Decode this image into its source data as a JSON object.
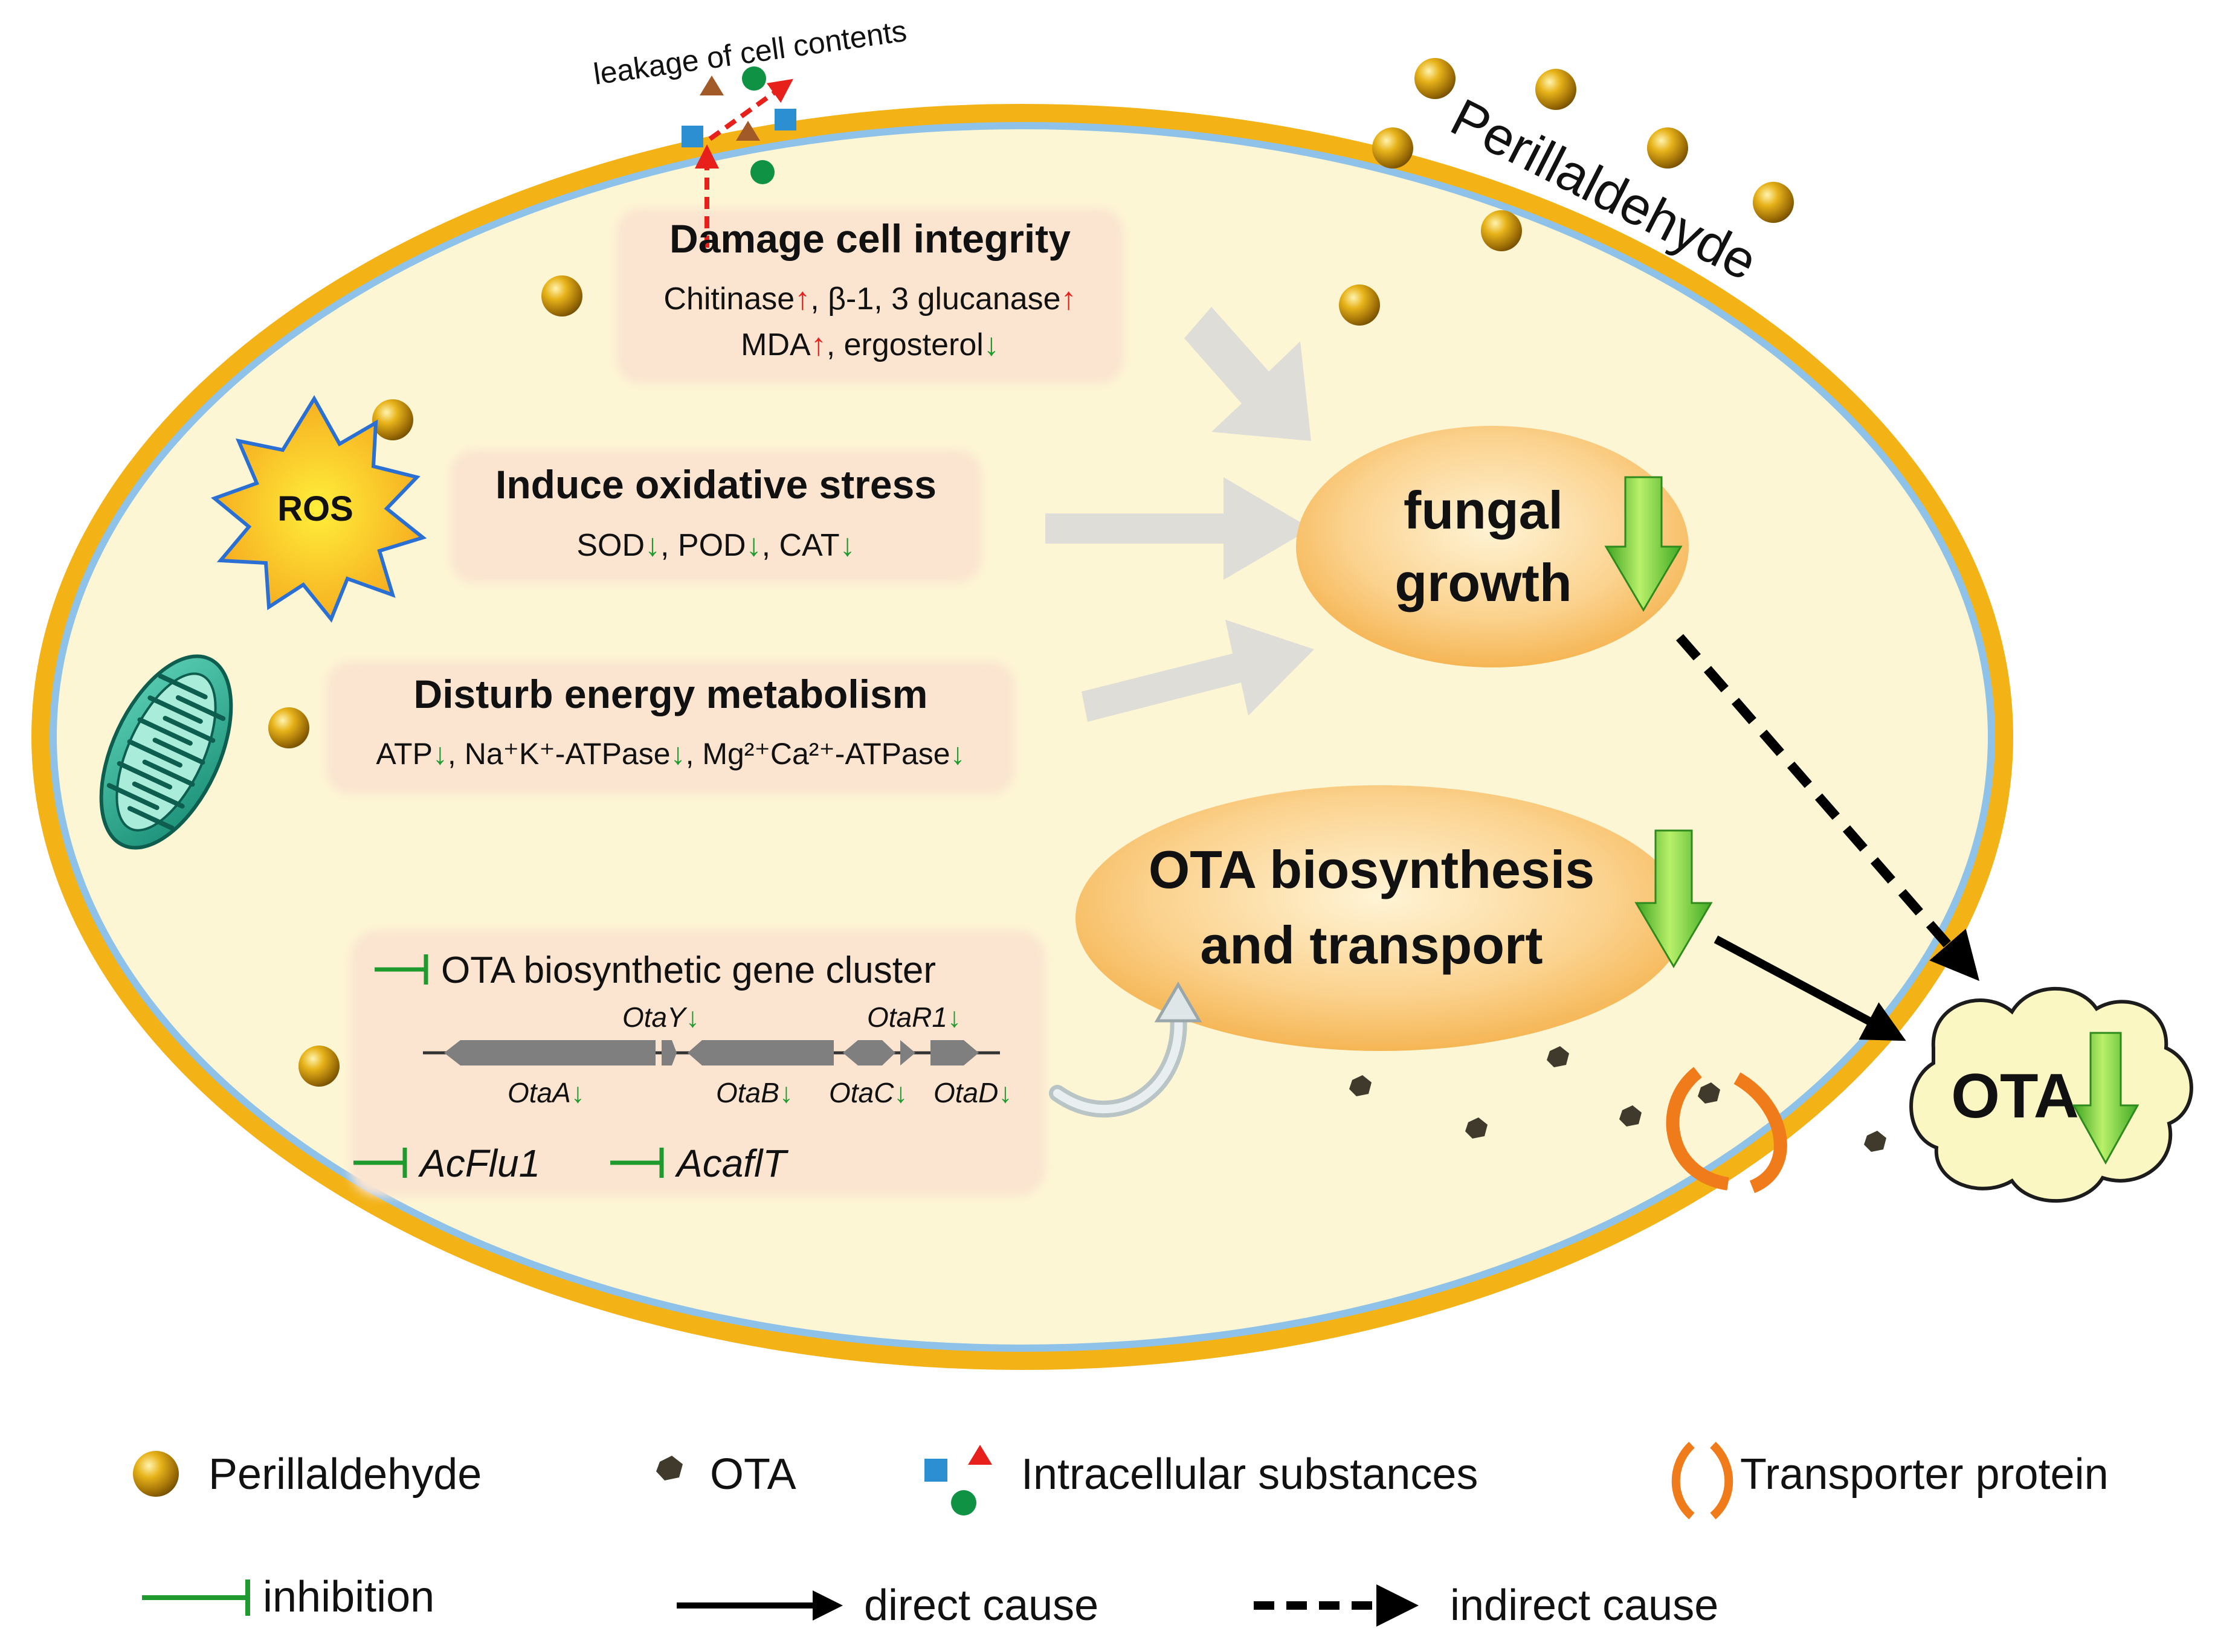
{
  "outside": {
    "perillaldehyde_label": "Perillaldehyde",
    "leakage_label": "leakage of cell contents"
  },
  "boxes": {
    "integrity": {
      "title": "Damage cell integrity",
      "line1": [
        {
          "text": "Chitinase",
          "arrow": "↑"
        },
        {
          "text": ", β-1, 3 glucanase",
          "arrow": "↑"
        }
      ],
      "line2": [
        {
          "text": "MDA",
          "arrow": "↑"
        },
        {
          "text": ", ergosterol",
          "arrow": "↓"
        }
      ]
    },
    "oxidative": {
      "title": "Induce oxidative stress",
      "items": [
        {
          "text": "SOD",
          "arrow": "↓"
        },
        {
          "text": ", POD",
          "arrow": "↓"
        },
        {
          "text": ", CAT",
          "arrow": "↓"
        }
      ]
    },
    "energy": {
      "title": "Disturb energy metabolism",
      "items": [
        {
          "text": "ATP",
          "arrow": "↓"
        },
        {
          "text": ", Na⁺K⁺-ATPase",
          "arrow": "↓"
        },
        {
          "text": ", Mg²⁺Ca²⁺-ATPase",
          "arrow": "↓"
        }
      ]
    },
    "gene_cluster": {
      "title": "OTA biosynthetic gene cluster",
      "genes_top": [
        {
          "name": "OtaY",
          "arrow": "↓"
        },
        {
          "name": "OtaR1",
          "arrow": "↓"
        }
      ],
      "genes_bottom": [
        {
          "name": "OtaA",
          "arrow": "↓"
        },
        {
          "name": "OtaB",
          "arrow": "↓"
        },
        {
          "name": "OtaC",
          "arrow": "↓"
        },
        {
          "name": "OtaD",
          "arrow": "↓"
        }
      ],
      "regulators": [
        "AcFlu1",
        "AcaflT"
      ]
    }
  },
  "ros_label": "ROS",
  "outcomes": {
    "fungal_growth": {
      "line1": "fungal",
      "line2": "growth"
    },
    "ota_bio": {
      "line1": "OTA biosynthesis",
      "line2": "and transport"
    },
    "ota_cloud": "OTA"
  },
  "legend": {
    "perillaldehyde": "Perillaldehyde",
    "ota": "OTA",
    "intracellular": "Intracellular substances",
    "transporter": "Transporter protein",
    "inhibition": "inhibition",
    "direct": "direct cause",
    "indirect": "indirect cause"
  },
  "colors": {
    "cell_wall": "#f3b215",
    "membrane": "#8fc2e8",
    "cytoplasm": "#fdf6d4",
    "box_fill": "#fbe7d6",
    "up_arrow": "#e8201c",
    "down_arrow": "#1f9a2e",
    "inhibition": "#1f9a2e",
    "ota_molecule": "#3f3a2c",
    "transporter": "#f07b1a"
  }
}
